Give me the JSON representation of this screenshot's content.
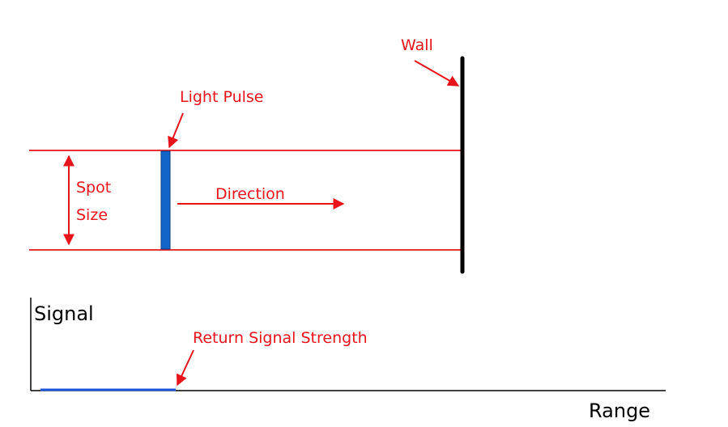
{
  "labels": {
    "wall": "Wall",
    "light_pulse": "Light Pulse",
    "spot_size_line1": "Spot",
    "spot_size_line2": "Size",
    "direction": "Direction",
    "signal_axis": "Signal",
    "return_signal": "Return Signal Strength",
    "range_axis": "Range"
  },
  "colors": {
    "annotation": "#e8141b",
    "pulse": "#1266c8",
    "signal_trace": "#1f56d8",
    "wall": "#000000",
    "axes": "#000000"
  }
}
